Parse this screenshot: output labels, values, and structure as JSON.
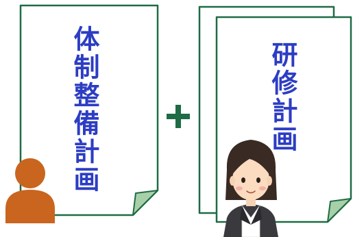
{
  "documents": {
    "left": {
      "title": "体制整備計画"
    },
    "right": {
      "title": "研修計画"
    }
  },
  "operator": {
    "symbol": "+"
  },
  "icons": {
    "person_silhouette": "person-icon",
    "businesswoman": "businesswoman-illustration"
  },
  "colors": {
    "paper_border": "#1e6b45",
    "text": "#2c3dc3",
    "person": "#c9651e",
    "curl": "#a8d0a8"
  }
}
